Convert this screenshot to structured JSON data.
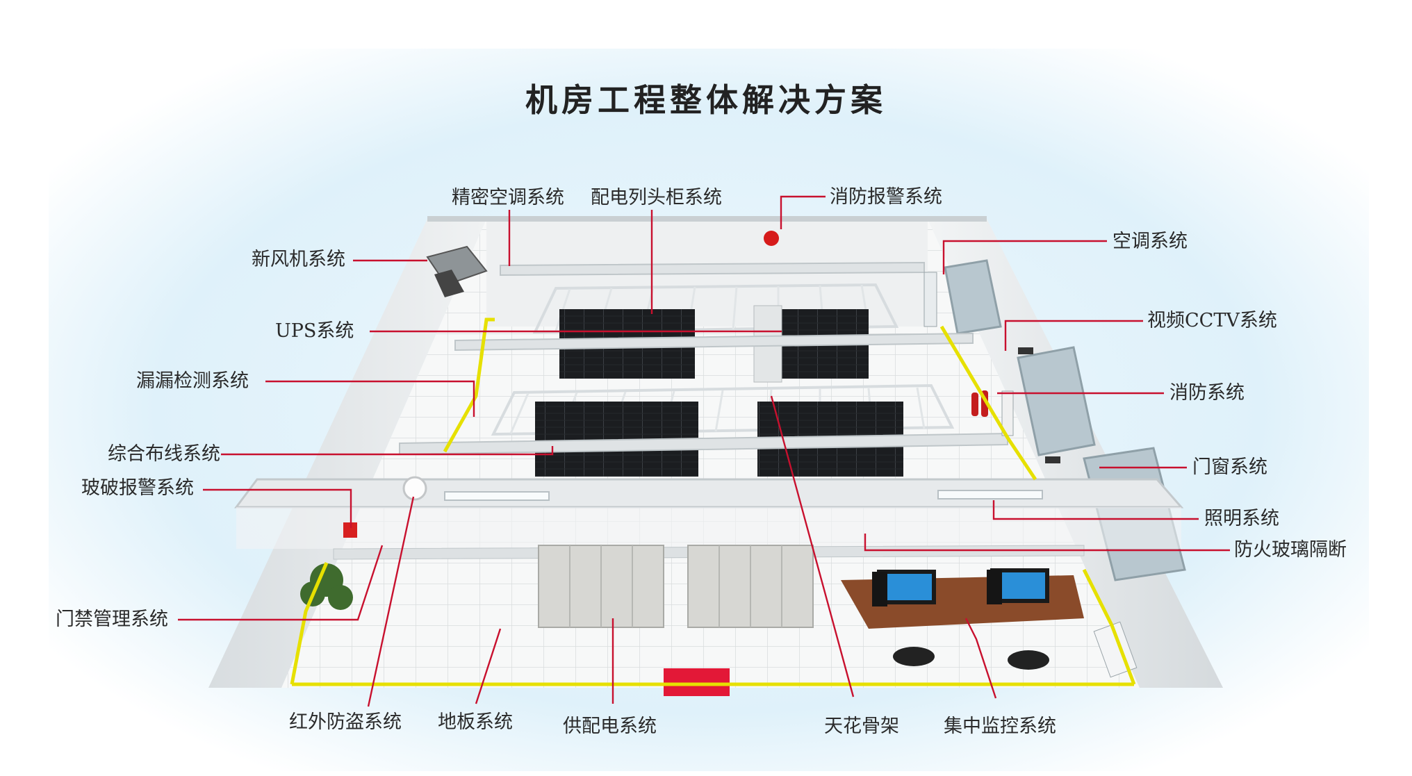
{
  "title": "机房工程整体解决方案",
  "labels": {
    "fresh_air": "新风机系统",
    "precision_ac": "精密空调系统",
    "pdu_cabinet": "配电列头柜系统",
    "fire_alarm": "消防报警系统",
    "ac": "空调系统",
    "cctv": "视频CCTV系统",
    "ups": "UPS系统",
    "leak_detection": "漏漏检测系统",
    "fire_protection": "消防系统",
    "cabling": "综合布线系统",
    "doors_windows": "门窗系统",
    "glass_break": "玻破报警系统",
    "lighting": "照明系统",
    "fire_glass": "防火玻璃隔断",
    "access_control": "门禁管理系统",
    "infrared": "红外防盗系统",
    "floor": "地板系统",
    "power_supply": "供配电系统",
    "ceiling": "天花骨架",
    "monitoring": "集中监控系统"
  },
  "colors": {
    "leader": "#c8102e",
    "yellow_strip": "#e6e000",
    "rack": "#1a1c1f",
    "background_glow": "#dff1fa"
  }
}
